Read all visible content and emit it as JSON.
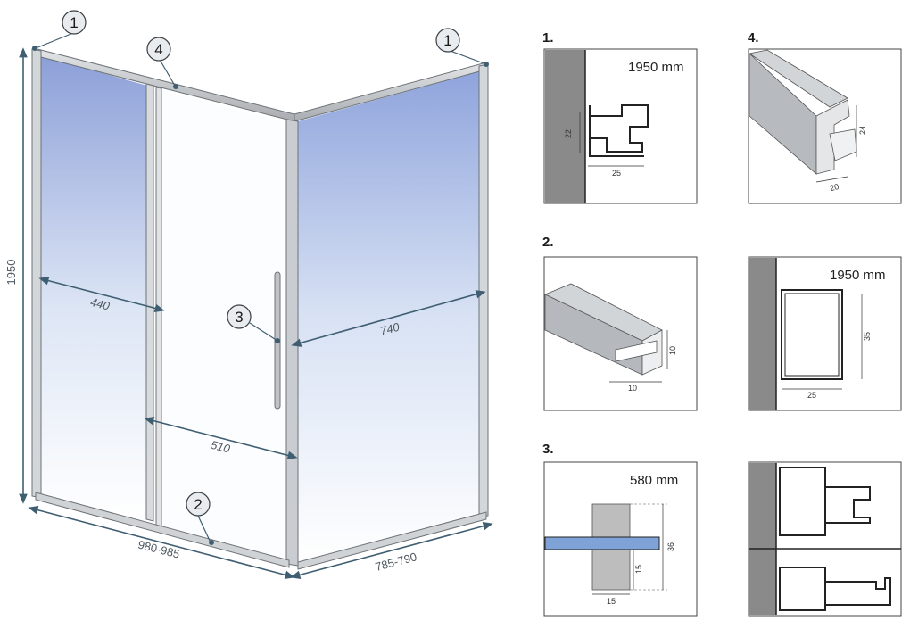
{
  "main_view": {
    "callouts": {
      "c1_left": "1",
      "c1_right": "1",
      "c4": "4",
      "c3": "3",
      "c2": "2"
    },
    "dimensions": {
      "height": "1950",
      "fixed_panel_width": "440",
      "side_panel_width": "740",
      "door_opening": "510",
      "front_width": "980-985",
      "side_width": "785-790"
    }
  },
  "detail_panels": [
    {
      "label": "1.",
      "size_text": "1950 mm",
      "dim_a": "22",
      "dim_b": "25"
    },
    {
      "label": "2.",
      "dim_a": "10",
      "dim_b": "10"
    },
    {
      "label": "3.",
      "size_text": "580 mm",
      "dim_a": "36",
      "dim_b": "15",
      "dim_c": "15"
    },
    {
      "label": "4.",
      "dim_a": "24",
      "dim_b": "20"
    },
    {
      "size_text": "1950 mm",
      "dim_a": "35",
      "dim_b": "25"
    }
  ],
  "colors": {
    "glass_top": "#8da3da",
    "glass_bottom": "#ffffff",
    "frame": "#b8bcc0",
    "dim_line": "#3f5e72",
    "wall": "#8a8a8a"
  }
}
